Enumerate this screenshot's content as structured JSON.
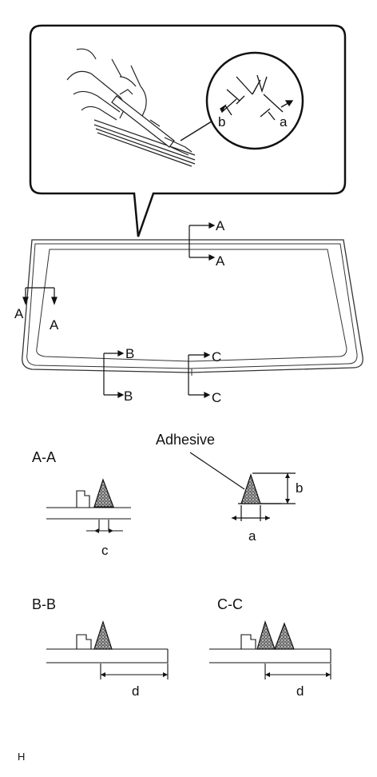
{
  "callout": {
    "label_a": "a",
    "label_b": "b"
  },
  "glass": {
    "markers": [
      {
        "id": "top-a-upper",
        "text": "A"
      },
      {
        "id": "top-a-lower",
        "text": "A"
      },
      {
        "id": "left-a-1",
        "text": "A"
      },
      {
        "id": "left-a-2",
        "text": "A"
      },
      {
        "id": "b-upper",
        "text": "B"
      },
      {
        "id": "b-lower",
        "text": "B"
      },
      {
        "id": "c-upper",
        "text": "C"
      },
      {
        "id": "c-lower",
        "text": "C"
      }
    ]
  },
  "sections": {
    "aa": {
      "title": "A-A",
      "dim_c": "c"
    },
    "adhesive": {
      "label": "Adhesive",
      "dim_a": "a",
      "dim_b": "b"
    },
    "bb": {
      "title": "B-B",
      "dim_d": "d"
    },
    "cc": {
      "title": "C-C",
      "dim_d": "d"
    }
  },
  "footer": {
    "code": "H"
  }
}
